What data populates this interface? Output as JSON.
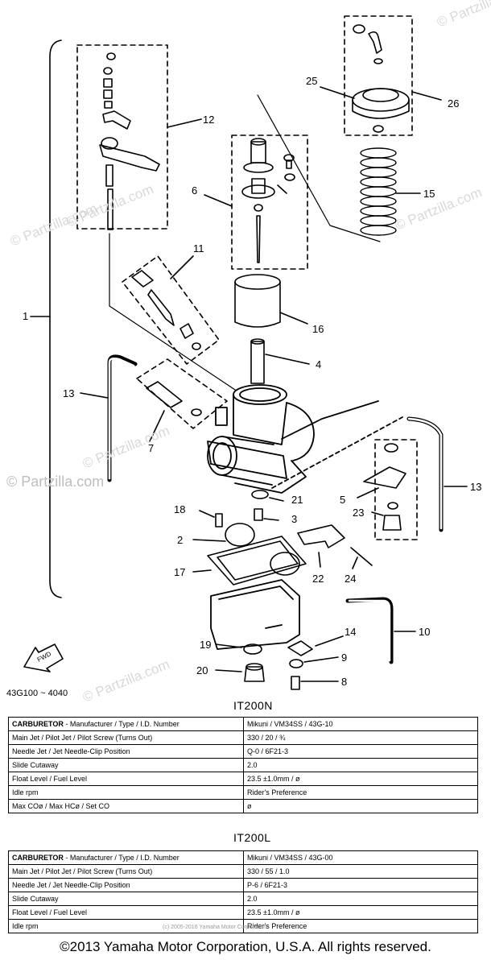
{
  "callouts": {
    "c1": "1",
    "c2": "2",
    "c3": "3",
    "c4": "4",
    "c5": "5",
    "c6": "6",
    "c7": "7",
    "c8": "8",
    "c9": "9",
    "c10": "10",
    "c11": "11",
    "c12": "12",
    "c13a": "13",
    "c13b": "13",
    "c14": "14",
    "c15": "15",
    "c16": "16",
    "c17": "17",
    "c18": "18",
    "c19": "19",
    "c20": "20",
    "c21": "21",
    "c22": "22",
    "c23": "23",
    "c24": "24",
    "c25": "25",
    "c26": "26"
  },
  "fwd_label": "FWD",
  "serial_range": "43G100 ~ 4040",
  "watermark": "© Partzilla.com",
  "models": [
    {
      "title": "IT200N",
      "header_label": "CARBURETOR",
      "rows": [
        {
          "label": " - Manufacturer / Type / I.D. Number",
          "value": "Mikuni / VM34SS / 43G-10"
        },
        {
          "label": "Main Jet / Pilot Jet / Pilot Screw (Turns Out)",
          "value": "330 / 20 / ¾"
        },
        {
          "label": "Needle Jet / Jet Needle-Clip Position",
          "value": "Q-0 / 6F21-3"
        },
        {
          "label": "Slide Cutaway",
          "value": "2.0"
        },
        {
          "label": "Float Level / Fuel Level",
          "value": "23.5 ±1.0mm / ø"
        },
        {
          "label": "Idle rpm",
          "value": "Rider's Preference"
        },
        {
          "label": "Max COø / Max HCø / Set CO",
          "value": "ø"
        }
      ]
    },
    {
      "title": "IT200L",
      "header_label": "CARBURETOR",
      "rows": [
        {
          "label": " - Manufacturer / Type / I.D. Number",
          "value": "Mikuni / VM34SS / 43G-00"
        },
        {
          "label": "Main Jet / Pilot Jet / Pilot Screw (Turns Out)",
          "value": "330 / 55 / 1.0"
        },
        {
          "label": "Needle Jet / Jet Needle-Clip Position",
          "value": "P-6 / 6F21-3"
        },
        {
          "label": "Slide Cutaway",
          "value": "2.0"
        },
        {
          "label": "Float Level / Fuel Level",
          "value": "23.5 ±1.0mm / ø"
        },
        {
          "label": "Idle rpm",
          "value": "Rider's Preference"
        }
      ]
    }
  ],
  "fine_print": "(c) 2005-2016 Yamaha Motor Corporation",
  "copyright": "©2013 Yamaha Motor Corporation, U.S.A. All rights reserved."
}
